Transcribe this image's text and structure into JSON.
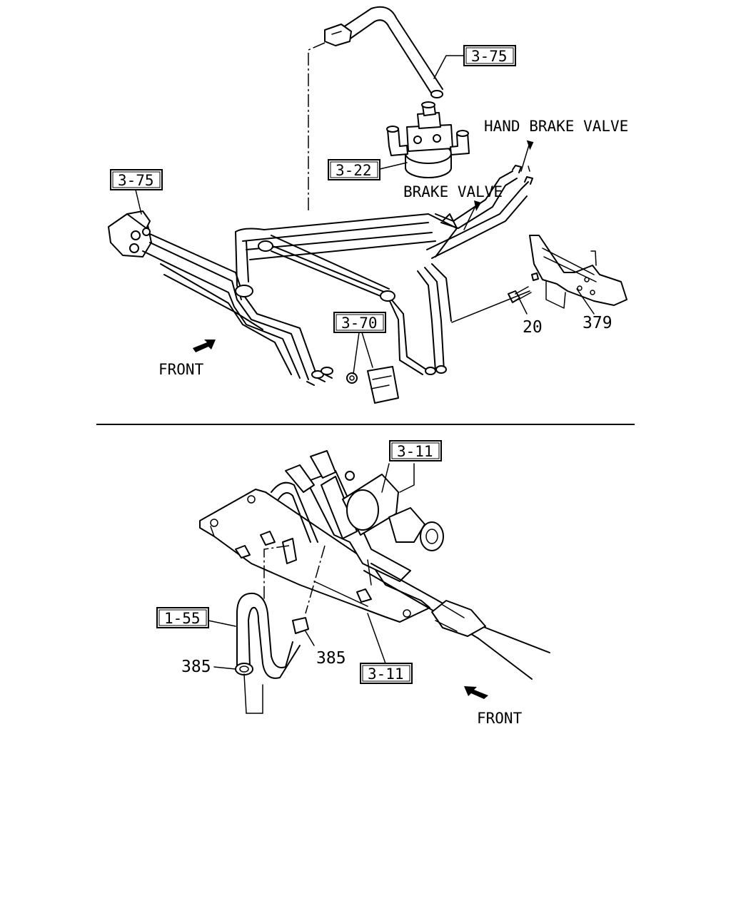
{
  "top_view": {
    "refs": {
      "ref_3_75_a": "3-75",
      "ref_3_75_b": "3-75",
      "ref_3_22": "3-22",
      "ref_3_70": "3-70"
    },
    "parts": {
      "bolt": "20",
      "bracket": "379"
    },
    "texts": {
      "hand_brake_valve": "HAND BRAKE VALVE",
      "brake_valve": "BRAKE VALVE",
      "front": "FRONT"
    }
  },
  "bottom_view": {
    "refs": {
      "ref_3_11_a": "3-11",
      "ref_3_11_b": "3-11",
      "ref_1_55": "1-55"
    },
    "parts": {
      "clamp_a": "385",
      "clamp_b": "385"
    },
    "texts": {
      "front": "FRONT"
    }
  }
}
